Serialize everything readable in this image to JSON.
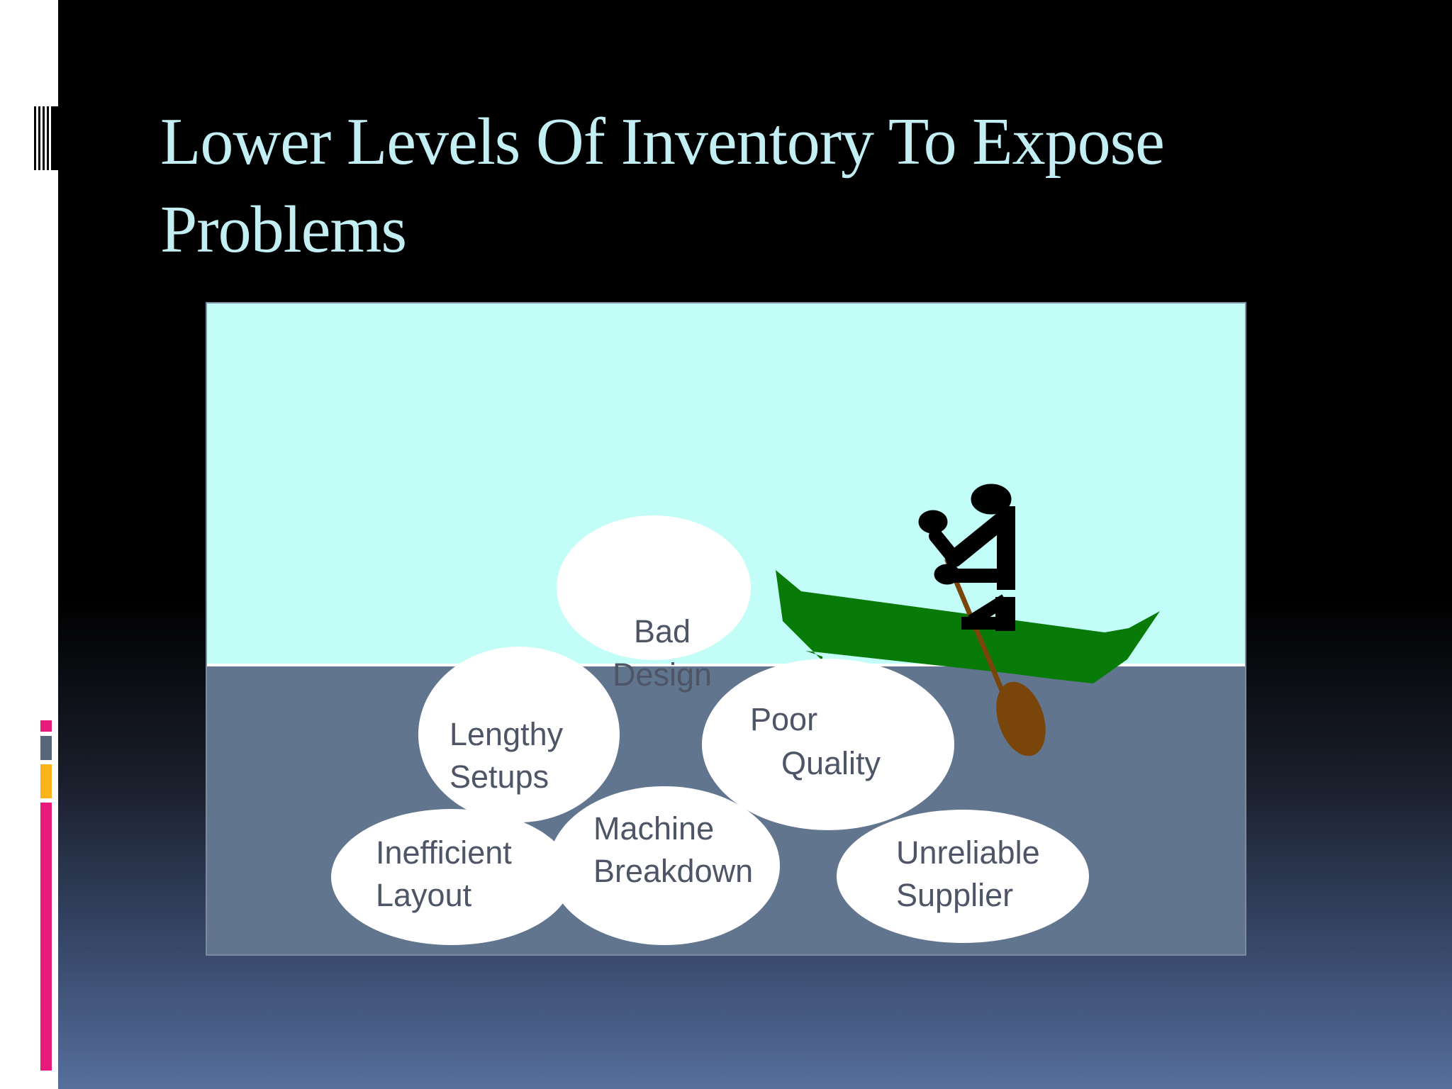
{
  "slide": {
    "title_line1": "Lower Levels Of Inventory To Expose",
    "title_line2": "Problems"
  },
  "diagram": {
    "problems": [
      {
        "line1": "Bad",
        "line2": "Design"
      },
      {
        "line1": "Lengthy",
        "line2": "Setups"
      },
      {
        "line1": "Poor",
        "line2": "Quality"
      },
      {
        "line1": "Inefficient",
        "line2": "Layout"
      },
      {
        "line1": "Machine",
        "line2": "Breakdown"
      },
      {
        "line1": "Unreliable",
        "line2": "Supplier"
      }
    ],
    "colors": {
      "sky": "#c2fdf7",
      "water": "#61758f",
      "boat": "#077a07",
      "paddle": "#7a4509",
      "bubble": "#ffffff",
      "bubble_text": "#4d5566"
    }
  },
  "theme": {
    "title_color": "#c2eef4",
    "accent_bars": [
      "#e8197a",
      "#5a6679",
      "#fbb417",
      "#e8197a"
    ]
  }
}
